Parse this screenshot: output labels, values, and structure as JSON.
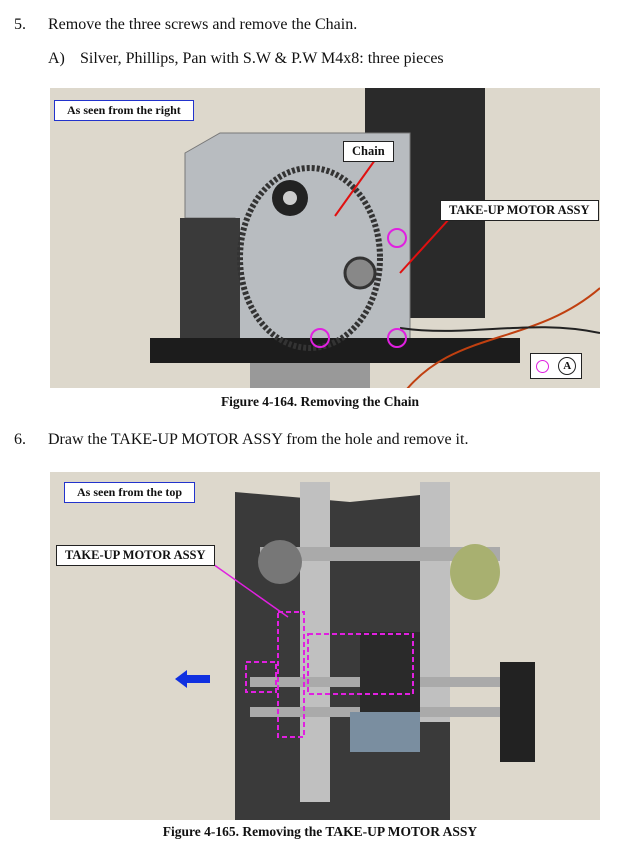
{
  "step5": {
    "number": "5.",
    "text": "Remove the three screws and remove the Chain."
  },
  "step5a": {
    "letter": "A)",
    "text": "Silver, Phillips, Pan with S.W & P.W M4x8: three pieces"
  },
  "figure1": {
    "view_label": "As seen from the right",
    "callout_chain": "Chain",
    "callout_motor": "TAKE-UP MOTOR ASSY",
    "legend_letter": "A",
    "caption": "Figure 4-164.  Removing the Chain"
  },
  "step6": {
    "number": "6.",
    "text": "Draw the TAKE-UP MOTOR ASSY from the hole and remove it."
  },
  "figure2": {
    "view_label": "As seen from the top",
    "callout_motor": "TAKE-UP MOTOR ASSY",
    "caption": "Figure 4-165.  Removing the TAKE-UP MOTOR ASSY"
  },
  "colors": {
    "screw_marker": "#e020e0",
    "arrow": "#e01010",
    "direction_arrow": "#1030e0"
  }
}
